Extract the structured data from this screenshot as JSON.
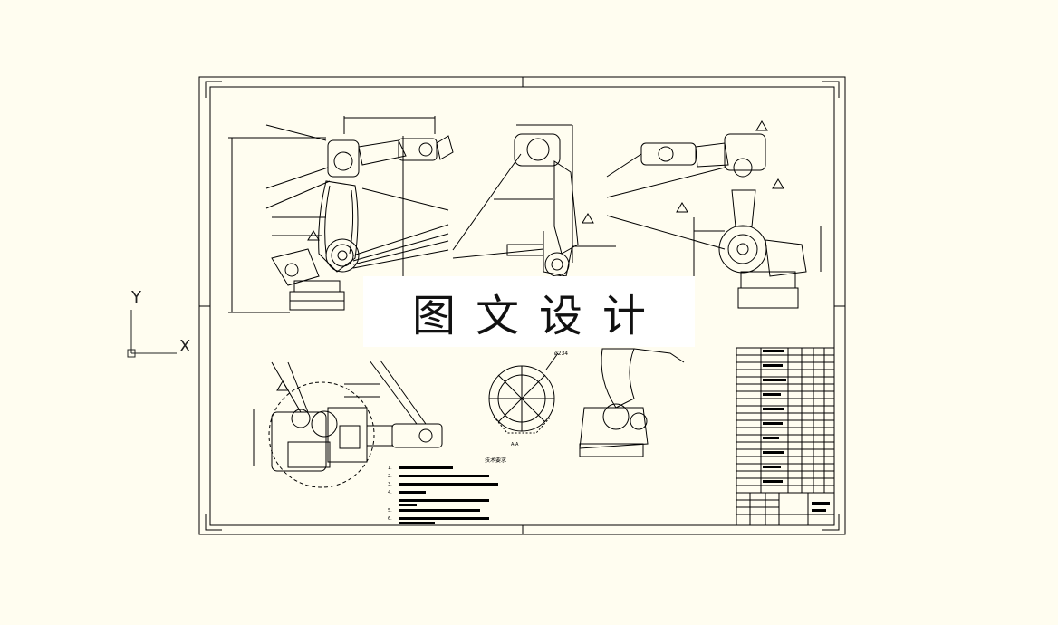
{
  "watermark": {
    "text": "图文设计"
  },
  "ucs": {
    "y_label": "Y",
    "x_label": "X"
  },
  "notes": {
    "title": "技术要求",
    "items": [
      "1.",
      "2.",
      "3.",
      "4.",
      "5.",
      "6."
    ]
  },
  "section_label": "A-A",
  "diameter_label": "ø234",
  "colors": {
    "background": "#fffdf0",
    "line": "#000000"
  }
}
